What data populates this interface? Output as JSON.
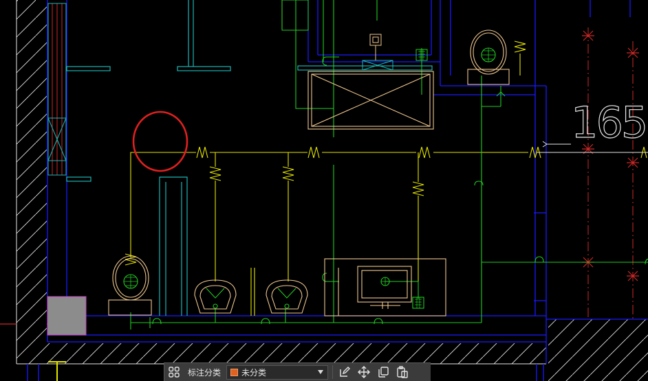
{
  "drawing": {
    "dimension_text": "165",
    "colors": {
      "background": "#000000",
      "wall": "#1a1aff",
      "pipe_yellow": "#e6e600",
      "pipe_green": "#22cc22",
      "fixture": "#f0c890",
      "cyan": "#1fb5b5",
      "axis_red": "#d02828",
      "highlight_circle": "#e02020",
      "gray_block": "#8c8c8c"
    }
  },
  "toolbar": {
    "category_label": "标注分类",
    "category_value": "未分类",
    "swatch_color": "#e0621e",
    "icons": [
      "grid-icon",
      "edit-icon",
      "move-icon",
      "copy-icon",
      "paste-icon"
    ]
  }
}
